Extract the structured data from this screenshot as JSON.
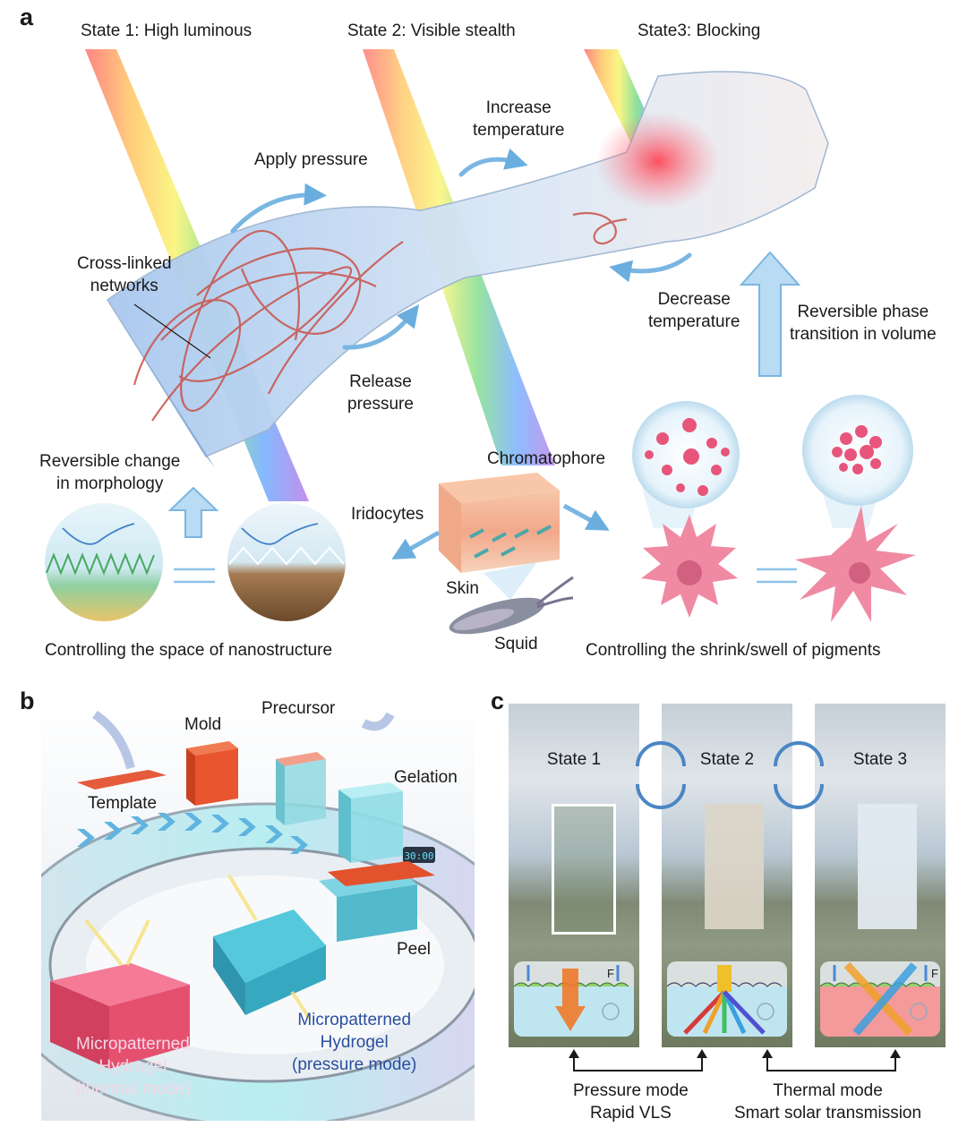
{
  "panel_a": {
    "letter": "a",
    "states": [
      "State 1: High luminous",
      "State 2: Visible stealth",
      "State3: Blocking"
    ],
    "labels": {
      "increase_temperature": [
        "Increase",
        "temperature"
      ],
      "apply_pressure": "Apply pressure",
      "cross_linked": [
        "Cross-linked",
        "networks"
      ],
      "decrease_temperature": [
        "Decrease",
        "temperature"
      ],
      "reversible_phase": [
        "Reversible phase",
        "transition in volume"
      ],
      "release_pressure": [
        "Release",
        "pressure"
      ],
      "reversible_change": [
        "Reversible change",
        "in morphology"
      ],
      "chromatophore": "Chromatophore",
      "iridocytes": "Iridocytes",
      "skin": "Skin",
      "squid": "Squid",
      "nanostructure_caption": "Controlling the space of nanostructure",
      "pigments_caption": "Controlling the shrink/swell of pigments"
    }
  },
  "panel_b": {
    "letter": "b",
    "labels": {
      "mold": "Mold",
      "precursor": "Precursor",
      "template": "Template",
      "gelation": "Gelation",
      "timer": "30:00",
      "peel": "Peel",
      "pressure_mode": [
        "Micropatterned",
        "Hydrogel",
        "(pressure mode)"
      ],
      "thermal_mode": [
        "Micropatterned",
        "Hydrogel",
        "(thermal mode)"
      ]
    }
  },
  "panel_c": {
    "letter": "c",
    "states": [
      "State 1",
      "State 2",
      "State 3"
    ],
    "force_label": "F",
    "captions": {
      "pressure": [
        "Pressure mode",
        "Rapid VLS"
      ],
      "thermal": [
        "Thermal mode",
        "Smart solar transmission"
      ]
    }
  }
}
